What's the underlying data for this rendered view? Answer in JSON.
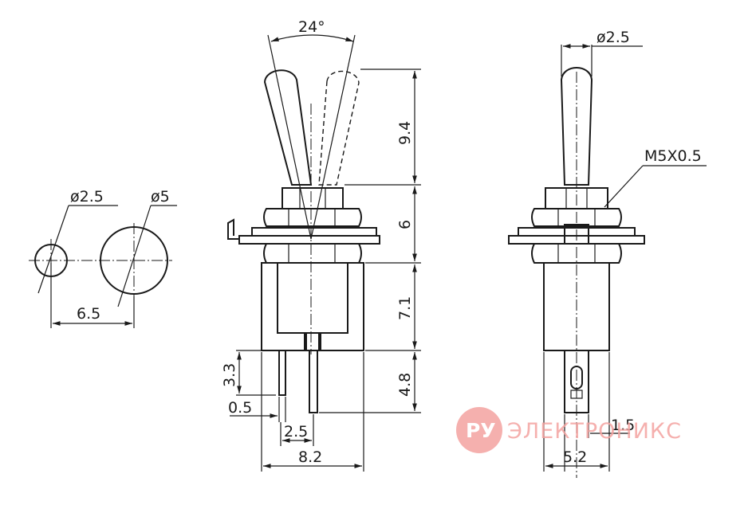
{
  "dimensions": {
    "angle": "24°",
    "lever_length": "9.4",
    "bushing_height": "6",
    "body_height": "7.1",
    "terminal_length": "4.8",
    "terminal_short": "3.3",
    "terminal_thickness": "0.5",
    "terminal_pitch": "2.5",
    "body_width": "8.2",
    "lever_diameter": "ø2.5",
    "thread": "M5X0.5",
    "side_width": "5.2",
    "terminal_width": "1.5",
    "hole_small": "ø2.5",
    "hole_large": "ø5",
    "hole_spacing": "6.5"
  },
  "watermark": {
    "logo": "РУ",
    "text": "ЭЛЕКТРОНИКС",
    "color": "#f4a3a0"
  }
}
